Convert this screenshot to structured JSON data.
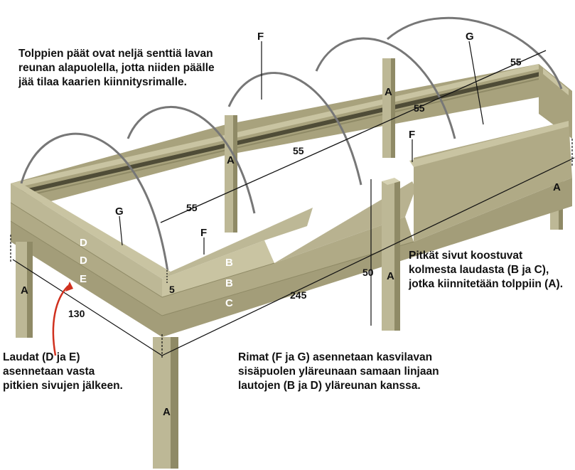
{
  "notes": {
    "top_left": [
      "Tolppien päät ovat neljä senttiä lavan",
      "reunan alapuolella, jotta niiden päälle",
      "jää tilaa kaarien kiinnitysrimalle."
    ],
    "right": [
      "Pitkät sivut koostuvat",
      "kolmesta laudasta (B ja C),",
      "jotka kiinnitetään tolppiin (A)."
    ],
    "bottom_left": [
      "Laudat (D ja E)",
      "asennetaan vasta",
      "pitkien sivujen jälkeen."
    ],
    "bottom_center": [
      "Rimat (F ja G) asennetaan kasvilavan",
      "sisäpuolen yläreunaan samaan linjaan",
      "lautojen (B ja D) yläreunan kanssa."
    ]
  },
  "dimensions": {
    "length": "245",
    "width": "130",
    "height": "50",
    "offset": "5",
    "hoop_spacing": [
      "55",
      "55",
      "55",
      "55"
    ]
  },
  "part_labels": {
    "post": "A",
    "board_b": "B",
    "board_c": "C",
    "board_d": "D",
    "board_e": "E",
    "batten_f": "F",
    "batten_g": "G"
  },
  "colors": {
    "wood_light": "#bdb896",
    "wood_mid": "#a8a27d",
    "wood_dark": "#8f8a66",
    "wood_shadow": "#6f6b4f",
    "arrow_red": "#d0301e",
    "hoop_gray": "#777777"
  }
}
